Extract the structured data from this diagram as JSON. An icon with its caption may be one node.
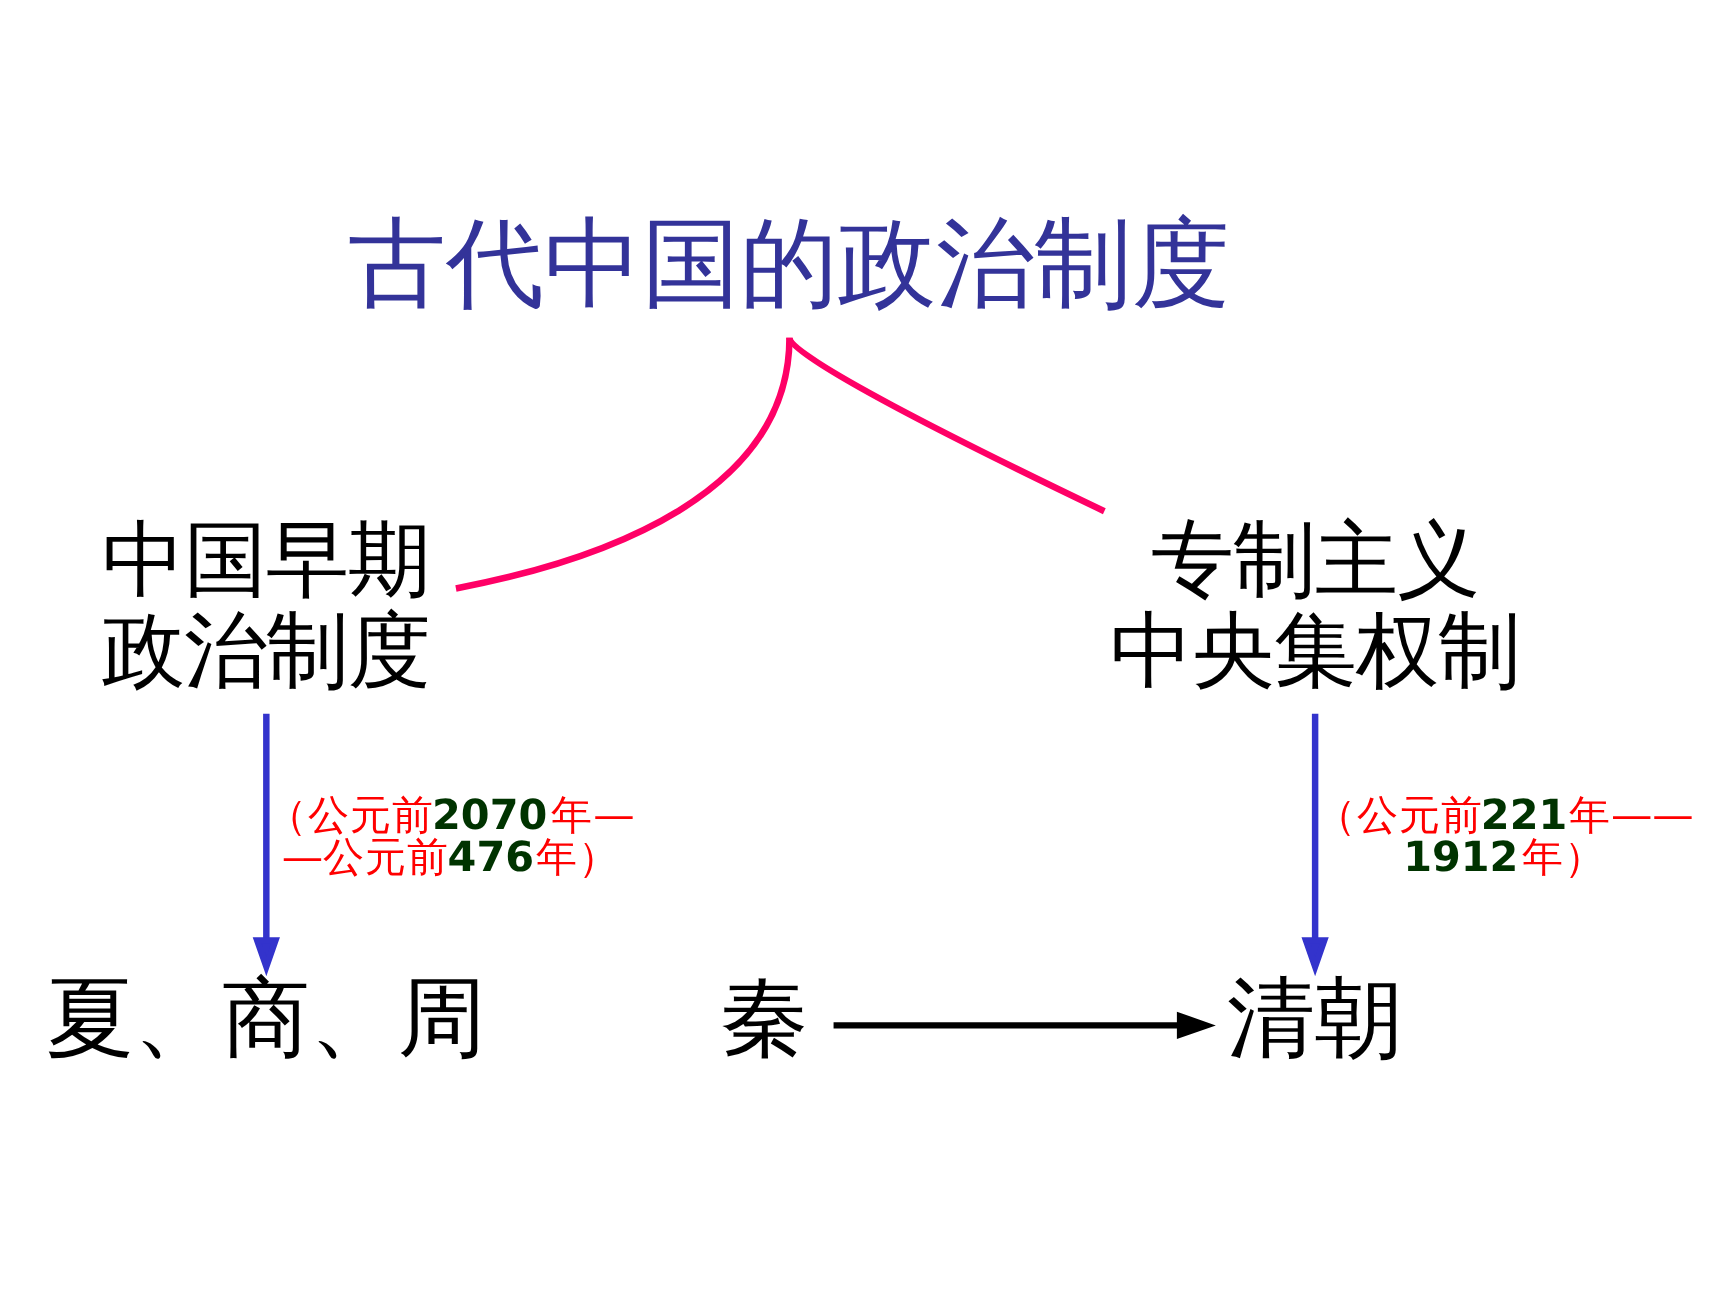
{
  "diagram": {
    "nodes": [
      {
        "text": [
          "古代中国的政治制度"
        ]
      },
      {
        "text": [
          "中国早期政治制度"
        ]
      },
      {
        "text": [
          "专制主义中央集权制"
        ]
      },
      {
        "text": [
          "夏、商、周"
        ]
      },
      {
        "text": [
          "秦"
        ]
      },
      {
        "text": [
          "清朝"
        ]
      }
    ],
    "edges": [
      {
        "from": 0,
        "to": 1,
        "arrow": "none",
        "color": "#ff0066"
      },
      {
        "from": 0,
        "to": 2,
        "arrow": "none",
        "color": "#ff0066"
      },
      {
        "from": 1,
        "to": 3,
        "arrow": "to",
        "label": "（公元前2070年——公元前476年）",
        "color": "#3333cc"
      },
      {
        "from": 2,
        "to": 5,
        "arrow": "to",
        "label": "（公元前221年——1912年）",
        "color": "#3333cc"
      },
      {
        "from": 4,
        "to": 5,
        "arrow": "to",
        "color": "#000000"
      }
    ]
  }
}
